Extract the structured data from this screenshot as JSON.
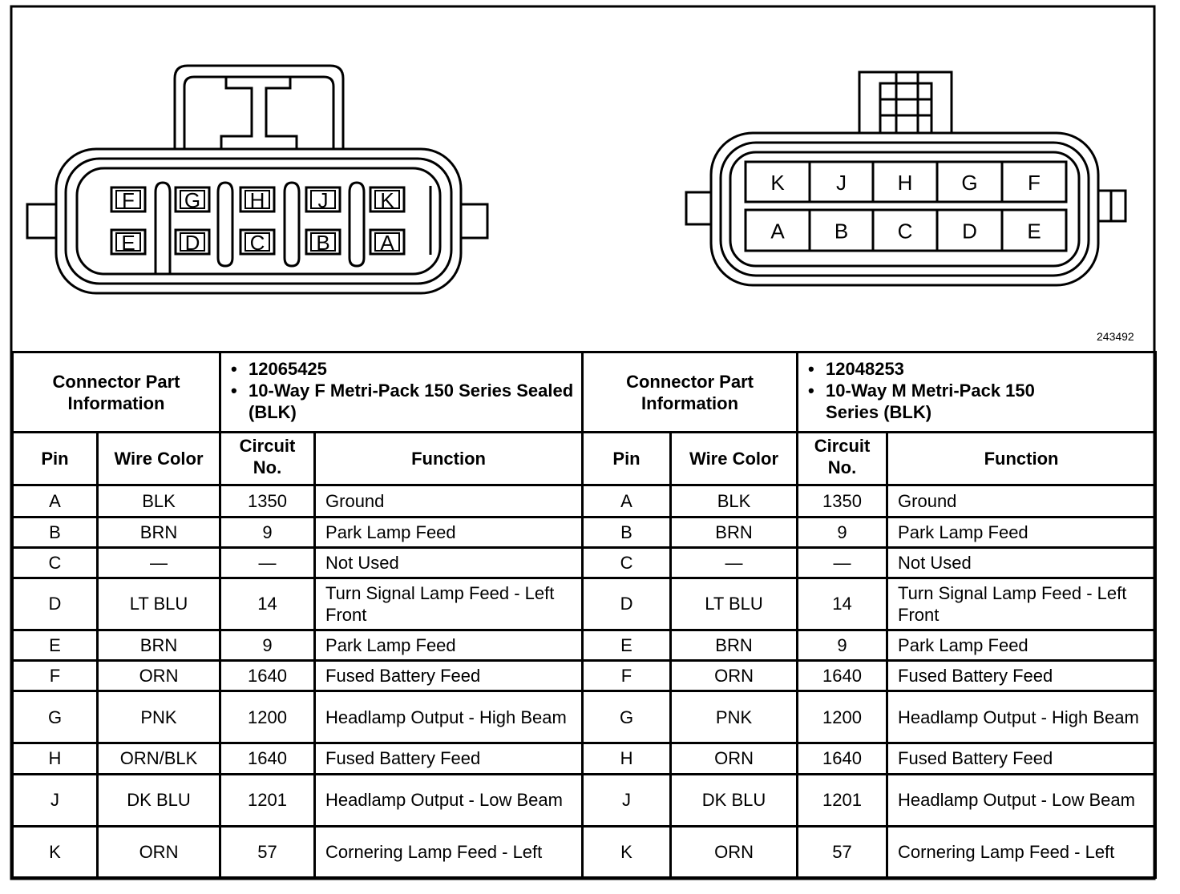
{
  "figure_id": "243492",
  "connector_f": {
    "top_row": [
      "F",
      "G",
      "H",
      "J",
      "K"
    ],
    "bottom_row": [
      "E",
      "D",
      "C",
      "B",
      "A"
    ]
  },
  "connector_m": {
    "top_row": [
      "K",
      "J",
      "H",
      "G",
      "F"
    ],
    "bottom_row": [
      "A",
      "B",
      "C",
      "D",
      "E"
    ]
  },
  "left": {
    "info_label": "Connector Part Information",
    "part_number": "12065425",
    "description": "10-Way F Metri-Pack 150 Series Sealed (BLK)"
  },
  "right": {
    "info_label": "Connector Part Information",
    "part_number": "12048253",
    "description": "10-Way M Metri-Pack 150 Series (BLK)"
  },
  "headers": {
    "pin": "Pin",
    "wire_color": "Wire Color",
    "circuit_no": "Circuit No.",
    "function": "Function"
  },
  "rows": [
    {
      "l_pin": "A",
      "l_wire": "BLK",
      "l_circ": "1350",
      "l_func": "Ground",
      "r_pin": "A",
      "r_wire": "BLK",
      "r_circ": "1350",
      "r_func": "Ground"
    },
    {
      "l_pin": "B",
      "l_wire": "BRN",
      "l_circ": "9",
      "l_func": "Park Lamp Feed",
      "r_pin": "B",
      "r_wire": "BRN",
      "r_circ": "9",
      "r_func": "Park Lamp Feed"
    },
    {
      "l_pin": "C",
      "l_wire": "—",
      "l_circ": "—",
      "l_func": "Not Used",
      "r_pin": "C",
      "r_wire": "—",
      "r_circ": "—",
      "r_func": "Not Used"
    },
    {
      "l_pin": "D",
      "l_wire": "LT BLU",
      "l_circ": "14",
      "l_func": "Turn Signal Lamp Feed - Left Front",
      "r_pin": "D",
      "r_wire": "LT BLU",
      "r_circ": "14",
      "r_func": "Turn Signal Lamp Feed - Left Front"
    },
    {
      "l_pin": "E",
      "l_wire": "BRN",
      "l_circ": "9",
      "l_func": "Park Lamp Feed",
      "r_pin": "E",
      "r_wire": "BRN",
      "r_circ": "9",
      "r_func": "Park Lamp Feed"
    },
    {
      "l_pin": "F",
      "l_wire": "ORN",
      "l_circ": "1640",
      "l_func": "Fused Battery Feed",
      "r_pin": "F",
      "r_wire": "ORN",
      "r_circ": "1640",
      "r_func": "Fused Battery Feed"
    },
    {
      "l_pin": "G",
      "l_wire": "PNK",
      "l_circ": "1200",
      "l_func": "Headlamp Output - High Beam",
      "r_pin": "G",
      "r_wire": "PNK",
      "r_circ": "1200",
      "r_func": "Headlamp Output - High Beam"
    },
    {
      "l_pin": "H",
      "l_wire": "ORN/BLK",
      "l_circ": "1640",
      "l_func": "Fused Battery Feed",
      "r_pin": "H",
      "r_wire": "ORN",
      "r_circ": "1640",
      "r_func": "Fused Battery Feed"
    },
    {
      "l_pin": "J",
      "l_wire": "DK BLU",
      "l_circ": "1201",
      "l_func": "Headlamp Output - Low Beam",
      "r_pin": "J",
      "r_wire": "DK BLU",
      "r_circ": "1201",
      "r_func": "Headlamp Output - Low Beam"
    },
    {
      "l_pin": "K",
      "l_wire": "ORN",
      "l_circ": "57",
      "l_func": "Cornering Lamp Feed - Left",
      "r_pin": "K",
      "r_wire": "ORN",
      "r_circ": "57",
      "r_func": "Cornering Lamp Feed - Left"
    }
  ]
}
